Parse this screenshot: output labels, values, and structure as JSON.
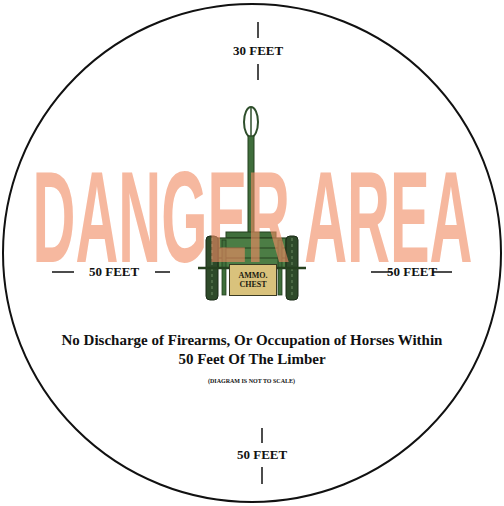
{
  "diagram": {
    "nodes": [
      {
        "text": [
          "AMMO. CHEST"
        ]
      }
    ],
    "labels": [
      "30 FEET",
      "50 FEET",
      "50 FEET",
      "50 FEET",
      "DANGER AREA",
      "No Discharge of Firearms, Or Occupation of Horses Within 50 Feet Of The Limber",
      "(DIAGRAM IS NOT TO SCALE)"
    ]
  }
}
